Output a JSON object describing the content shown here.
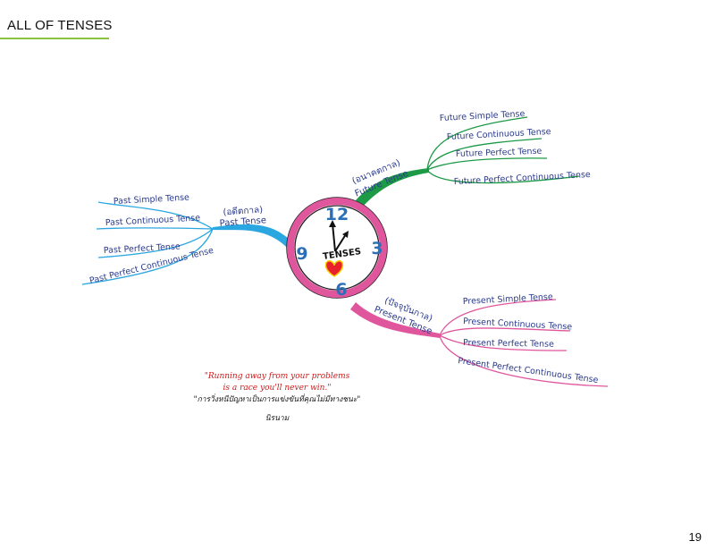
{
  "header": {
    "title": "ALL OF TENSES",
    "accent_color": "#8bc53f"
  },
  "clock": {
    "center_label": "TENSES",
    "numbers": {
      "twelve": "12",
      "three": "3",
      "six": "6",
      "nine": "9"
    },
    "ring_color": "#e0569d",
    "heart_color": "#e8222d",
    "heart_outline": "#f5d000"
  },
  "branches": {
    "past": {
      "thai": "(อดีตกาล)",
      "title": "Past Tense",
      "color": "#2aa6e0",
      "items": [
        "Past Simple Tense",
        "Past Continuous Tense",
        "Past Perfect Tense",
        "Past Perfect Continuous Tense"
      ]
    },
    "future": {
      "thai": "(อนาคตกาล)",
      "title": "Future Tense",
      "color": "#1d9a46",
      "items": [
        "Future Simple Tense",
        "Future Continuous Tense",
        "Future Perfect Tense",
        "Future Perfect Continuous Tense"
      ]
    },
    "present": {
      "thai": "(ปัจจุบันกาล)",
      "title": "Present Tense",
      "color": "#e0569d",
      "items": [
        "Present Simple Tense",
        "Present Continuous Tense",
        "Present Perfect Tense",
        "Present Perfect Continuous Tense"
      ]
    }
  },
  "quote": {
    "line1": "\"Running away from your problems",
    "line2": "is a race you'll never win.\"",
    "thai": "\"การวิ่งหนีปัญหาเป็นการแข่งขันที่คุณไม่มีทางชนะ\"",
    "author": "นิรนาม"
  },
  "page_number": "19"
}
